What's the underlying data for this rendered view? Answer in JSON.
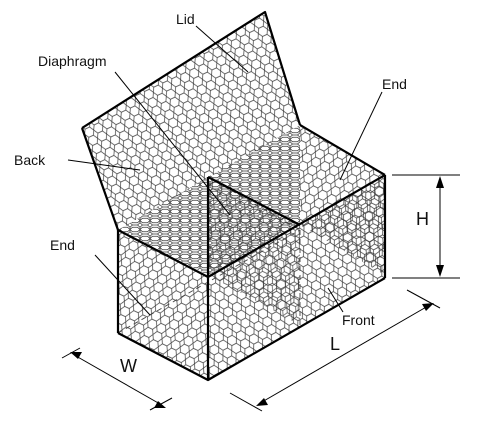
{
  "diagram": {
    "labels": {
      "lid": "Lid",
      "diaphragm": "Diaphragm",
      "end_top": "End",
      "back": "Back",
      "end_left": "End",
      "front": "Front"
    },
    "dimensions": {
      "height": "H",
      "width": "W",
      "length": "L"
    }
  },
  "colors": {
    "line": "#000000",
    "mesh": "#333333",
    "background": "#ffffff"
  }
}
